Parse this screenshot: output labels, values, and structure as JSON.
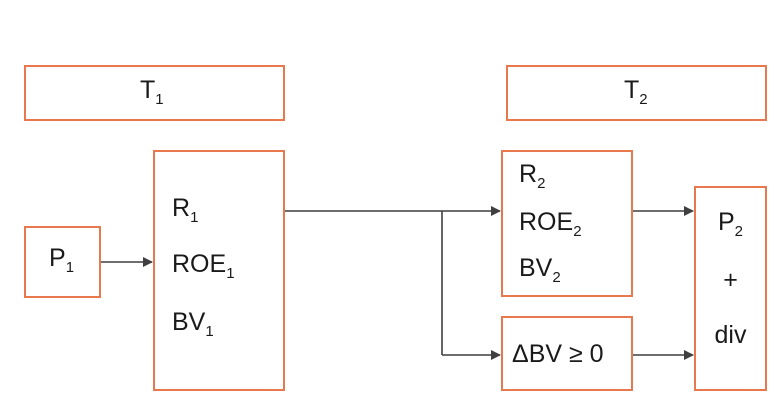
{
  "colors": {
    "box_border": "#e8784d",
    "arrow": "#3f3f3f",
    "text": "#1a1a1a"
  },
  "headers": [
    {
      "main": "T",
      "sub": "1"
    },
    {
      "main": "T",
      "sub": "2"
    }
  ],
  "p1": {
    "main": "P",
    "sub": "1"
  },
  "state1": [
    {
      "main": "R",
      "sub": "1"
    },
    {
      "main": "ROE",
      "sub": "1"
    },
    {
      "main": "BV",
      "sub": "1"
    }
  ],
  "state2": [
    {
      "main": "R",
      "sub": "2"
    },
    {
      "main": "ROE",
      "sub": "2"
    },
    {
      "main": "BV",
      "sub": "2"
    }
  ],
  "delta_bv": "ΔBV ≥ 0",
  "result": {
    "p": {
      "main": "P",
      "sub": "2"
    },
    "plus": "+",
    "div": "div"
  }
}
